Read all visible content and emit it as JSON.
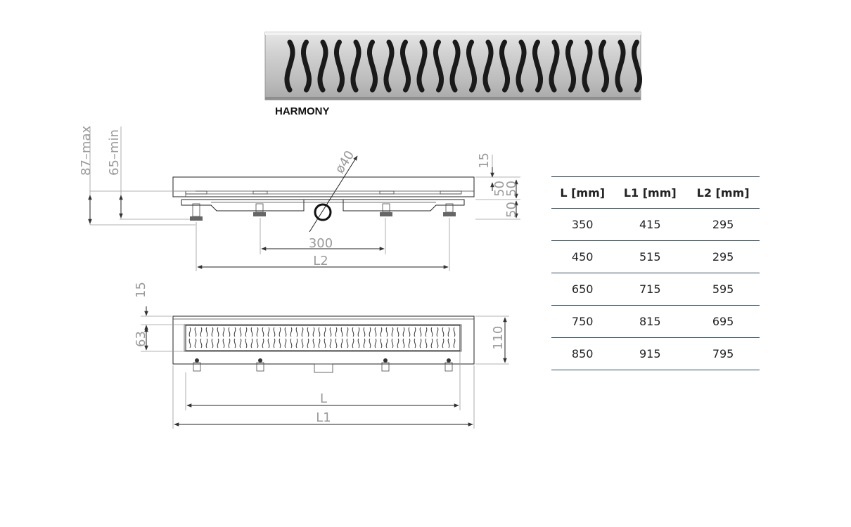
{
  "product": {
    "name": "HARMONY"
  },
  "side_view": {
    "dims": {
      "max_height": "87–max",
      "min_height": "65–min",
      "diameter": "ø40",
      "top": "15",
      "right_upper": "50",
      "right_mid": "50",
      "right_lower": "50",
      "outlet_spacing": "300",
      "length_l2": "L2"
    }
  },
  "top_view": {
    "dims": {
      "flange": "15",
      "grate_width": "63",
      "overall_width": "110",
      "length_l": "L",
      "length_l1": "L1"
    }
  },
  "table": {
    "headers": [
      "L [mm]",
      "L1 [mm]",
      "L2 [mm]"
    ],
    "rows": [
      [
        "350",
        "415",
        "295"
      ],
      [
        "450",
        "515",
        "295"
      ],
      [
        "650",
        "715",
        "595"
      ],
      [
        "750",
        "815",
        "695"
      ],
      [
        "850",
        "915",
        "795"
      ]
    ]
  }
}
